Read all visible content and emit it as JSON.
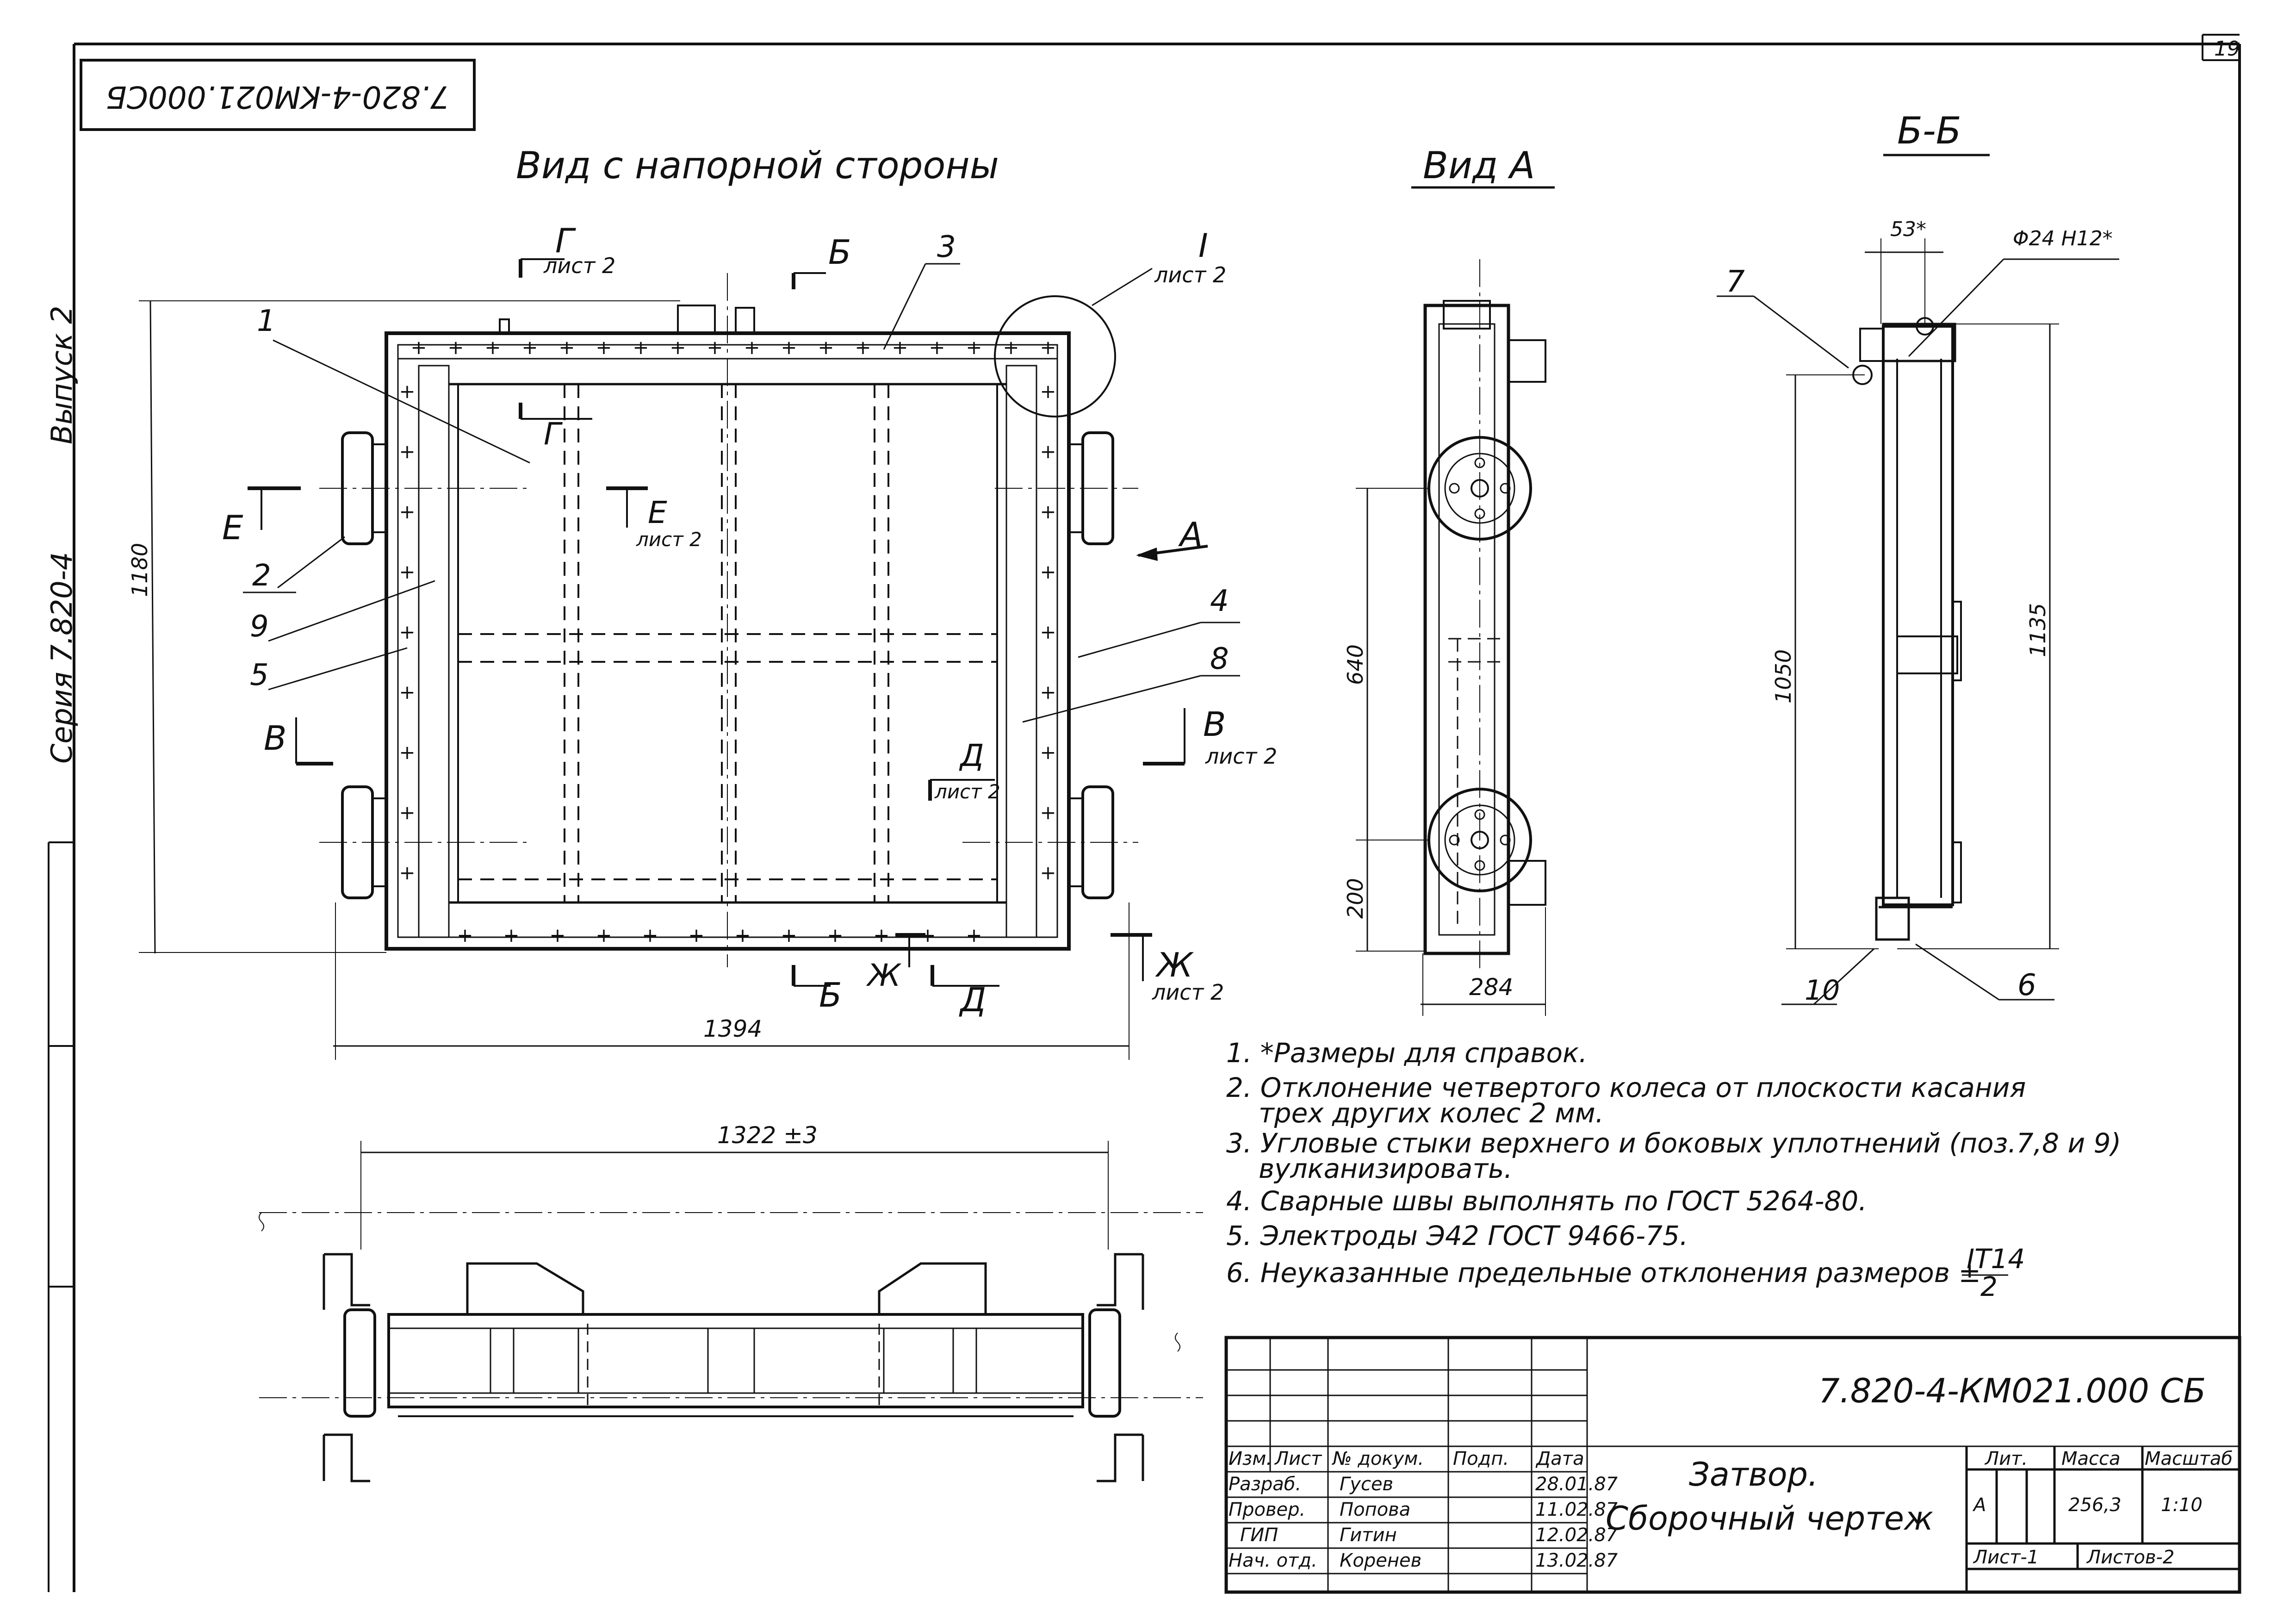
{
  "sheet_number": "19",
  "stamp_code_mirrored": "7.820-4-KM021.000СБ",
  "side_margin": {
    "issue": "Выпуск 2",
    "series": "Серия 7.820-4"
  },
  "views": {
    "front_title": "Вид с напорной стороны",
    "view_a_title": "Вид А",
    "section_bb_title": "Б-Б"
  },
  "labels": {
    "G": "Г",
    "B": "Б",
    "V": "В",
    "E": "Е",
    "D": "Д",
    "Zh": "Ж",
    "A": "А",
    "sheet2": "лист 2",
    "detail_I": "I",
    "pos1": "1",
    "pos2": "2",
    "pos3": "3",
    "pos4": "4",
    "pos5": "5",
    "pos6": "6",
    "pos7": "7",
    "pos8": "8",
    "pos9": "9",
    "pos10": "10"
  },
  "dimensions": {
    "height_1180": "1180",
    "width_1394": "1394",
    "d640": "640",
    "d200": "200",
    "d284": "284",
    "d1050": "1050",
    "d1135": "1135",
    "d53": "53*",
    "phi": "Φ24 H12*",
    "d1322": "1322 ±3"
  },
  "notes": [
    "1. *Размеры для справок.",
    "2. Отклонение четвертого колеса от плоскости касания",
    "трех других колес 2 мм.",
    "3. Угловые стыки верхнего и боковых уплотнений (поз.7,8 и 9)",
    "вулканизировать.",
    "4. Сварные швы выполнять по ГОСТ 5264-80.",
    "5. Электроды Э42 ГОСТ 9466-75.",
    "6. Неуказанные предельные отклонения размеров ±",
    "IT14",
    "2"
  ],
  "title_block": {
    "doc_code": "7.820-4-КМ021.000 СБ",
    "title_line1": "Затвор.",
    "title_line2": "Сборочный чертеж",
    "col_izm": "Изм.",
    "col_list": "Лист",
    "col_nodoc": "№ докум.",
    "col_podp": "Подп.",
    "col_data": "Дата",
    "lit": "Лит.",
    "massa": "Масса",
    "masshtab": "Масштаб",
    "lit_val": "А",
    "massa_val": "256,3",
    "masshtab_val": "1:10",
    "sheet": "Лист-1",
    "sheets": "Листов-2",
    "rows": [
      {
        "role": "Разраб.",
        "name": "Гусев",
        "date": "28.01.87"
      },
      {
        "role": "Провер.",
        "name": "Попова",
        "date": "11.02.87"
      },
      {
        "role": "ГИП",
        "name": "Гитин",
        "date": "12.02.87"
      },
      {
        "role": "Нач. отд.",
        "name": "Коренев",
        "date": "13.02.87"
      }
    ]
  }
}
